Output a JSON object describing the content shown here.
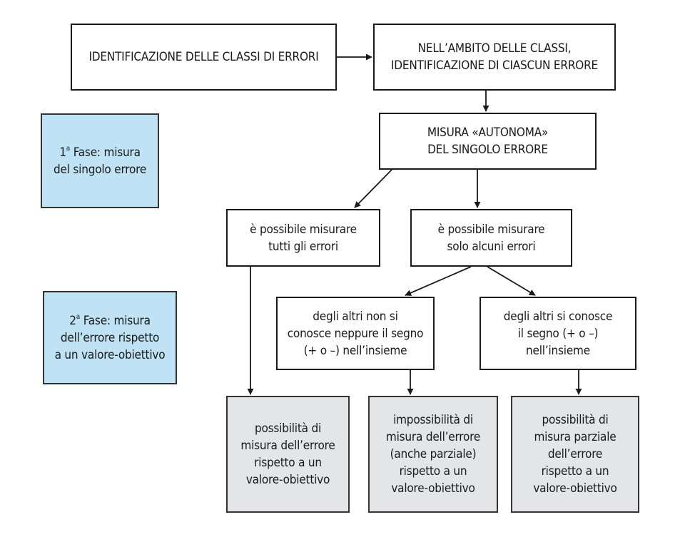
{
  "boxes": {
    "classes": {
      "lines": [
        "IDENTIFICAZIONE DELLE CLASSI DI ERRORI"
      ]
    },
    "each_error": {
      "lines": [
        "NELL’AMBITO DELLE CLASSI,",
        "IDENTIFICAZIONE DI CIASCUN ERRORE"
      ]
    },
    "autonomous": {
      "lines": [
        "MISURA «AUTONOMA»",
        "DEL SINGOLO ERRORE"
      ]
    },
    "all_errors": {
      "lines": [
        "è possibile misurare",
        "tutti gli errori"
      ]
    },
    "some_errors": {
      "lines": [
        "è possibile misurare",
        "solo alcuni errori"
      ]
    },
    "no_sign": {
      "lines": [
        "degli altri non si",
        "conosce neppure il segno",
        "(+ o –) nell’insieme"
      ]
    },
    "sign_known": {
      "lines": [
        "degli altri si conosce",
        "il segno (+ o –)",
        "nell’insieme"
      ]
    },
    "result_possible": {
      "lines": [
        "possibilità di",
        "misura dell’errore",
        "rispetto a un",
        "valore-obiettivo"
      ]
    },
    "result_impossible": {
      "lines": [
        "impossibilità di",
        "misura dell’errore",
        "(anche parziale)",
        "rispetto a un",
        "valore-obiettivo"
      ]
    },
    "result_partial": {
      "lines": [
        "possibilità di",
        "misura parziale",
        "dell’errore",
        "rispetto a un",
        "valore-obiettivo"
      ]
    }
  },
  "phases": {
    "phase1": {
      "number": "1",
      "sup": "a",
      "line1_rest": " Fase: misura",
      "line2": "del singolo errore"
    },
    "phase2": {
      "number": "2",
      "sup": "a",
      "line1_rest": " Fase: misura",
      "line2": "dell’errore rispetto",
      "line3": "a un valore-obiettivo"
    }
  },
  "colors": {
    "phase_fill": "#bfe3f4",
    "result_fill": "#e4e5e7",
    "line": "#1a1a1a"
  }
}
